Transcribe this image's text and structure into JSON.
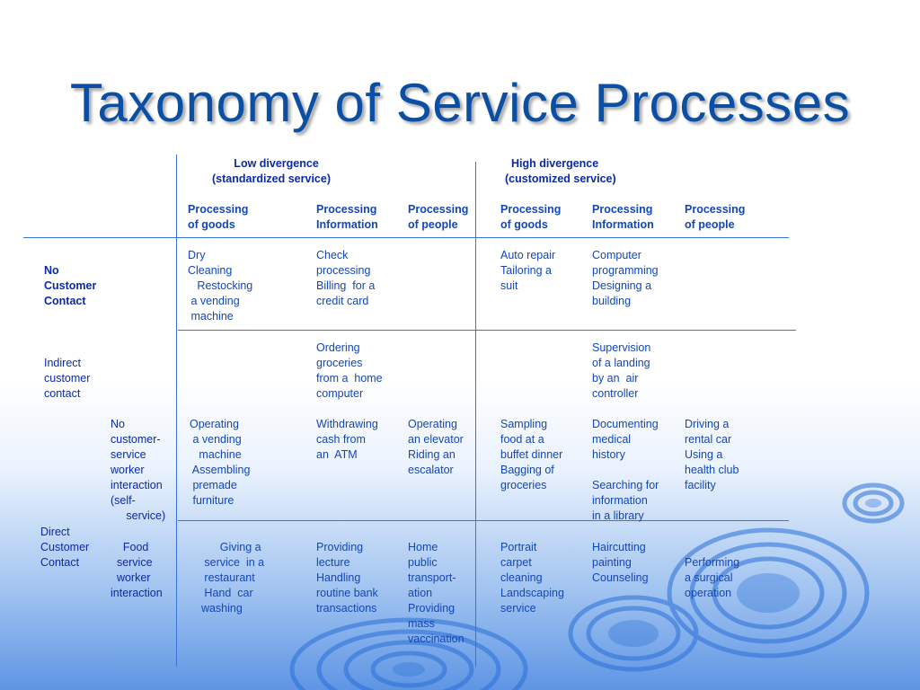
{
  "title": "Taxonomy of Service Processes",
  "headers": {
    "low_divergence": "       Low divergence\n(standardized service)",
    "high_divergence": "  High divergence\n(customized service)",
    "low_goods": "Processing\nof goods",
    "low_info": "Processing\nInformation",
    "low_people": "Processing\nof people",
    "high_goods": "Processing\nof goods",
    "high_info": "Processing\nInformation",
    "high_people": "Processing\nof people"
  },
  "row_labels": {
    "no_contact": "No\nCustomer\nContact",
    "indirect": "Indirect\ncustomer\ncontact",
    "no_worker": "No\ncustomer-\nservice\nworker\ninteraction\n(self-\n     service)",
    "direct": "Direct\nCustomer\nContact",
    "food_service": "    Food\n  service\n  worker\ninteraction"
  },
  "cells": {
    "no_contact_low_goods": "Dry\nCleaning\n   Restocking\n a vending\n machine",
    "no_contact_low_info": "Check\nprocessing\nBilling  for a\ncredit card",
    "no_contact_high_goods": "Auto repair\nTailoring a\nsuit",
    "no_contact_high_info": "Computer\nprogramming\nDesigning a\nbuilding",
    "indirect_low_info": "Ordering\ngroceries\nfrom a  home\ncomputer",
    "indirect_high_info": "Supervision\nof a landing\nby an  air\ncontroller",
    "self_low_goods": "Operating\n a vending\n   machine\n Assembling\n premade\n furniture",
    "self_low_info": "Withdrawing\ncash from\nan  ATM",
    "self_low_people": "Operating\nan elevator\nRiding an\nescalator",
    "self_high_goods": "Sampling\nfood at a\nbuffet dinner\nBagging of\ngroceries",
    "self_high_info": "Documenting\nmedical\nhistory\n\nSearching for\ninformation\nin a library",
    "self_high_people": "Driving a\nrental car\nUsing a\nhealth club\nfacility",
    "direct_low_goods": "        Giving a\n   service  in a\n   restaurant\n   Hand  car\n  washing",
    "direct_low_info": "Providing\nlecture\nHandling\nroutine bank\ntransactions",
    "direct_low_people": "Home\npublic\ntransport-\nation\nProviding\nmass\nvaccination",
    "direct_high_goods": "Portrait\ncarpet\ncleaning\nLandscaping\nservice",
    "direct_high_info": "Haircutting\npainting\nCounseling",
    "direct_high_people": "\nPerforming\na surgical\noperation"
  },
  "colors": {
    "title": "#0a4fa3",
    "text": "#1347b8",
    "lines": "#3b74d6"
  }
}
